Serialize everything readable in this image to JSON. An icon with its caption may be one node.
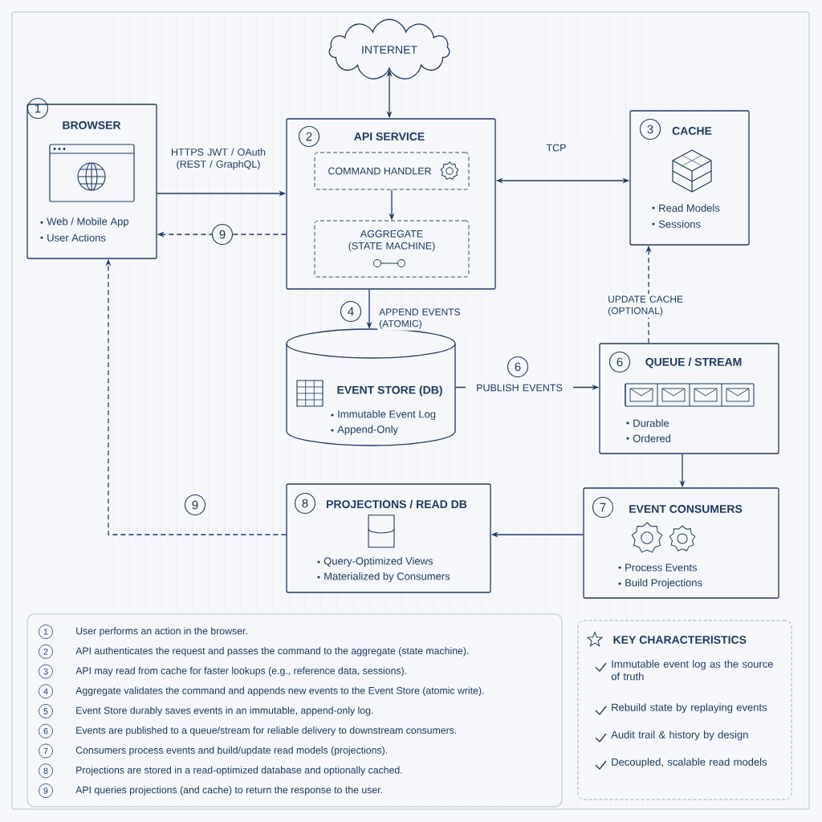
{
  "diagram": {
    "nodes": [
      {
        "text": [
          "INTERNET"
        ]
      },
      {
        "text": [
          "1",
          "BROWSER",
          "Web / Mobile App",
          "User Actions"
        ]
      },
      {
        "text": [
          "2",
          "API SERVICE"
        ]
      },
      {
        "text": [
          "COMMAND HANDLER"
        ],
        "in": 2
      },
      {
        "text": [
          "AGGREGATE (STATE MACHINE)"
        ],
        "in": 2
      },
      {
        "text": [
          "3",
          "CACHE",
          "Read Models",
          "Sessions"
        ]
      },
      {
        "text": [
          "EVENT STORE (DB)",
          "Immutable Event Log",
          "Append-Only"
        ]
      },
      {
        "text": [
          "6",
          "QUEUE / STREAM",
          "Durable",
          "Ordered"
        ]
      },
      {
        "text": [
          "8",
          "PROJECTIONS / READ DB",
          "Query-Optimized Views",
          "Materialized by Consumers"
        ]
      },
      {
        "text": [
          "7",
          "EVENT CONSUMERS",
          "Process Events",
          "Build Projections"
        ]
      },
      {
        "text": [
          "1",
          "User performs an action in the browser.",
          "2",
          "API authenticates the request and passes the command to the aggregate (state machine).",
          "3",
          "API may read from cache for faster lookups (e.g., reference data, sessions).",
          "4",
          "Aggregate validates the command and appends new events to the Event Store (atomic write).",
          "5",
          "Event Store durably saves events in an immutable, append-only log.",
          "6",
          "Events are published to a queue/stream for reliable delivery to downstream consumers.",
          "7",
          "Consumers process events and build/update read models (projections).",
          "8",
          "Projections are stored in a read-optimized database and optionally cached.",
          "9",
          "API queries projections (and cache) to return the response to the user."
        ]
      },
      {
        "text": [
          "KEY CHARACTERISTICS",
          "Immutable event log as the source of truth",
          "Rebuild state by replaying events",
          "Audit trail & history by design",
          "Decoupled, scalable read models"
        ]
      }
    ],
    "edges": [
      {
        "from": 0,
        "to": 2,
        "arrow": "both"
      },
      {
        "from": 1,
        "to": 2,
        "arrow": "to",
        "label": "HTTPS JWT / OAuth (REST / GraphQL)"
      },
      {
        "from": 2,
        "to": 1,
        "arrow": "to",
        "style": "dashed",
        "label": "9"
      },
      {
        "from": 3,
        "to": 4,
        "arrow": "to"
      },
      {
        "from": 2,
        "to": 5,
        "arrow": "both",
        "label": "TCP"
      },
      {
        "from": 2,
        "to": 6,
        "arrow": "to",
        "label": "APPEND EVENTS (ATOMIC)"
      },
      {
        "from": 6,
        "to": 7,
        "arrow": "to",
        "label": "PUBLISH EVENTS"
      },
      {
        "from": 7,
        "to": 5,
        "arrow": "to",
        "style": "dashed",
        "label": "UPDATE CACHE (OPTIONAL)"
      },
      {
        "from": 7,
        "to": 9,
        "arrow": "to"
      },
      {
        "from": 9,
        "to": 8,
        "arrow": "to"
      },
      {
        "from": 8,
        "to": 1,
        "arrow": "to",
        "style": "dashed",
        "label": "9"
      }
    ],
    "labels": [
      "4",
      "6"
    ]
  }
}
